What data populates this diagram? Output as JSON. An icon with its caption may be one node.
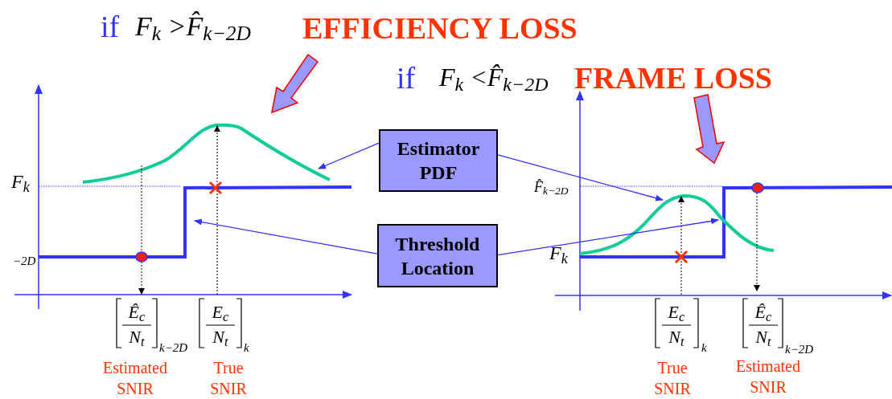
{
  "diagram": {
    "nodes": [
      {
        "text": [
          "Estimator PDF"
        ]
      },
      {
        "text": [
          "Threshold Location"
        ]
      }
    ],
    "edges": [
      {
        "from": 0,
        "to": null,
        "arrow": "to"
      },
      {
        "from": 0,
        "to": null,
        "arrow": "to"
      },
      {
        "from": 1,
        "to": null,
        "arrow": "to"
      },
      {
        "from": 1,
        "to": null,
        "arrow": "to"
      }
    ],
    "labels": [
      "if",
      "F$_{k}$ >F̂$_{k−2D}$",
      "EFFICIENCY LOSS",
      "if",
      "F$_{k}$ <F̂$_{k−2D}$",
      "FRAME LOSS",
      "F$_{k}$",
      "−2D",
      "F̂$_{k−2D}$",
      "F$_{k}$",
      "Ê$_{c}$",
      "N$_{t}$",
      "k−2D",
      "E$_{c}$",
      "N$_{t}$",
      "k",
      "Estimated SNIR",
      "True SNIR",
      "E$_{c}$",
      "N$_{t}$",
      "k",
      "Ê$_{c}$",
      "N$_{t}$",
      "k−2D",
      "True SNIR",
      "Estimated SNIR"
    ]
  }
}
